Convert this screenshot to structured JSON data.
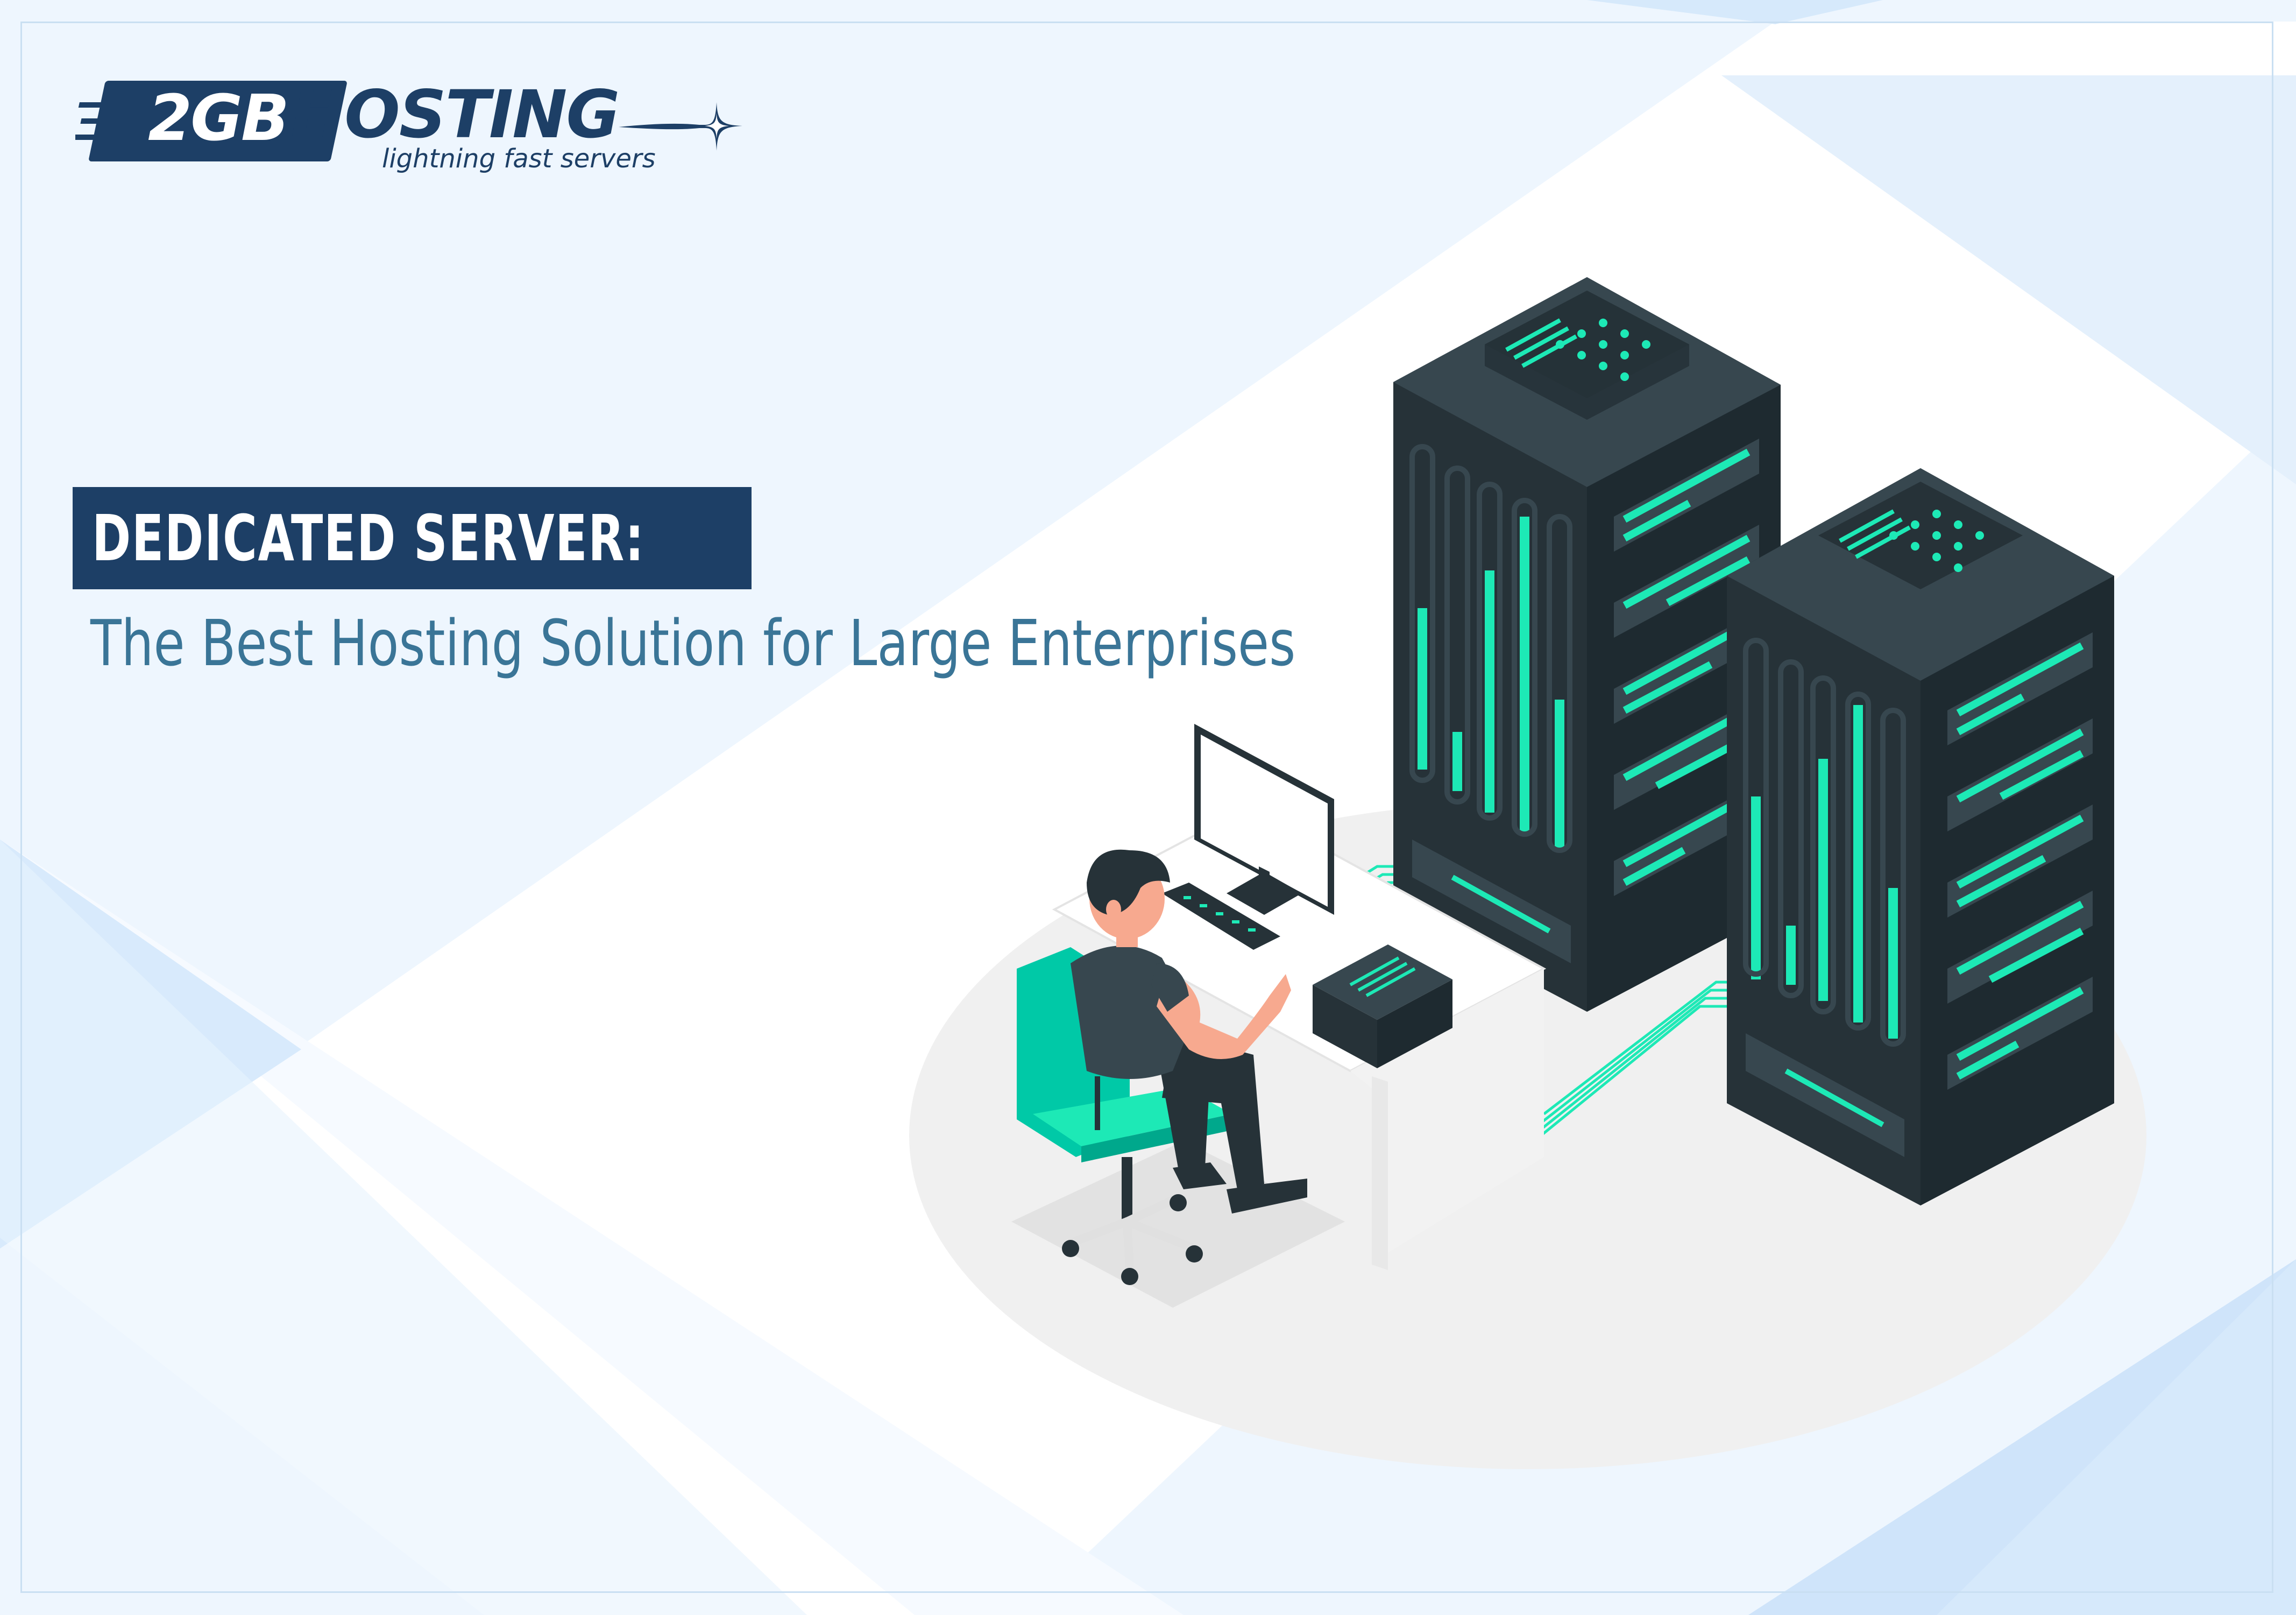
{
  "brand": {
    "badge": "2GB",
    "name": "HOSTING",
    "tagline": "lightning fast servers"
  },
  "headline": {
    "title": "DEDICATED SERVER:",
    "subtitle": "The Best Hosting Solution for Large Enterprises"
  },
  "illustration": {
    "description_icons": [
      "server-rack-icon",
      "desktop-monitor-icon",
      "person-icon",
      "office-chair-icon",
      "mini-server-icon"
    ]
  },
  "colors": {
    "brand_navy": "#1d3f66",
    "subtitle_blue": "#3a7597",
    "server_dark": "#263238",
    "accent_teal": "#1de9b6",
    "chair_teal": "#00c9a7",
    "background_light": "#eaf4fd"
  }
}
